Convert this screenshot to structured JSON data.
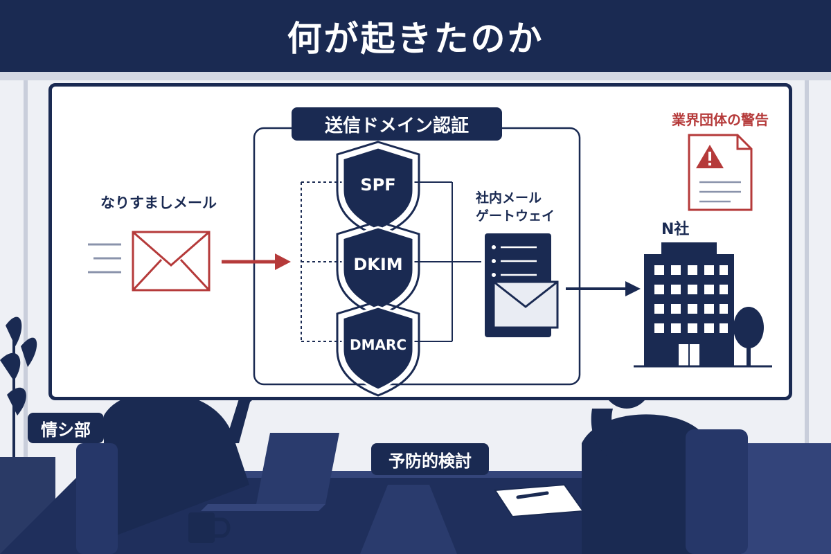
{
  "title": "何が起きたのか",
  "auth_box": {
    "heading": "送信ドメイン認証",
    "shields": [
      "SPF",
      "DKIM",
      "DMARC"
    ]
  },
  "spoof_mail_label": "なりすましメール",
  "gateway_label_line1": "社内メール",
  "gateway_label_line2": "ゲートウェイ",
  "company_label": "N社",
  "industry_warning_label": "業界団体の警告",
  "it_dept_label": "情シ部",
  "preventive_label": "予防的検討",
  "colors": {
    "navy": "#1a2a52",
    "red": "#b53a3a",
    "screen_bg": "#ffffff",
    "room_bg": "#eef0f5"
  }
}
